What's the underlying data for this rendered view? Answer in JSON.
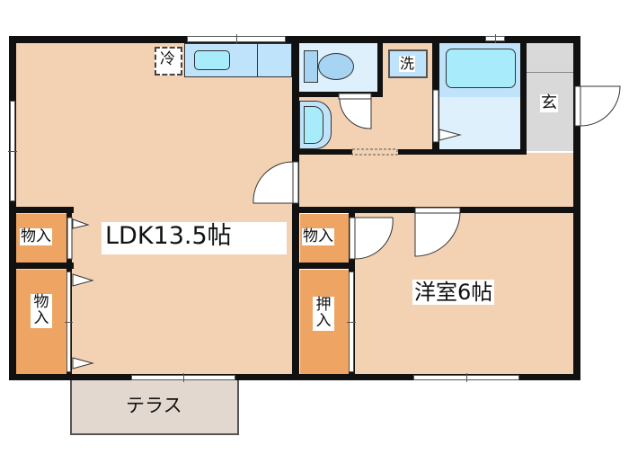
{
  "floor_plan": {
    "rooms": {
      "ldk": {
        "label": "LDK13.5帖",
        "type": "living-dining-kitchen",
        "size_jo": 13.5
      },
      "western_room": {
        "label": "洋室6帖",
        "type": "western-style-room",
        "size_jo": 6
      },
      "entrance": {
        "label": "玄"
      },
      "terrace": {
        "label": "テラス"
      }
    },
    "storage": {
      "ldk_closet_small": {
        "label": "物入"
      },
      "ldk_closet_tall": {
        "label": "物入"
      },
      "hall_closet": {
        "label": "物入"
      },
      "oshiire": {
        "label": "押入"
      }
    },
    "fixtures": {
      "refrigerator": {
        "label": "冷"
      },
      "washer": {
        "label": "洗"
      }
    },
    "colors": {
      "floor": "#f3d2b3",
      "closet": "#eea564",
      "wet_area": "#ddf0fb",
      "fixture_blue": "#a8ecfb",
      "entrance": "#d9d9d9",
      "terrace": "#e2d8d0",
      "wall": "#111111"
    }
  }
}
